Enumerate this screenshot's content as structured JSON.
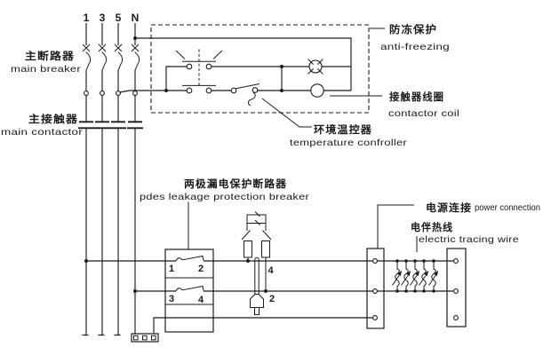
{
  "diagram": {
    "phase_labels": [
      "1",
      "3",
      "5",
      "N"
    ],
    "components": {
      "main_breaker": {
        "zh": "主断路器",
        "en": "main breaker"
      },
      "main_contactor": {
        "zh": "主接触器",
        "en": "main contactor"
      },
      "anti_freezing": {
        "zh": "防冻保护",
        "en": "anti-freezing"
      },
      "contactor_coil": {
        "zh": "接触器线圈",
        "en": "contactor coil"
      },
      "temperature_controller": {
        "zh": "环境温控器",
        "en": "temperature confroller"
      },
      "leakage_breaker": {
        "zh": "两极漏电保护断路器",
        "en": "pdes leakage protection breaker"
      },
      "power_connection": {
        "zh": "电源连接",
        "en": "power connection"
      },
      "tracing_wire": {
        "zh": "电伴热线",
        "en": "electric tracing wire"
      }
    },
    "leakage_breaker_terminals": [
      "1",
      "2",
      "3",
      "4"
    ],
    "wire_tags": {
      "upper": "4",
      "lower": "2"
    },
    "colors": {
      "line": "#1b1b1b",
      "background": "#ffffff"
    }
  }
}
